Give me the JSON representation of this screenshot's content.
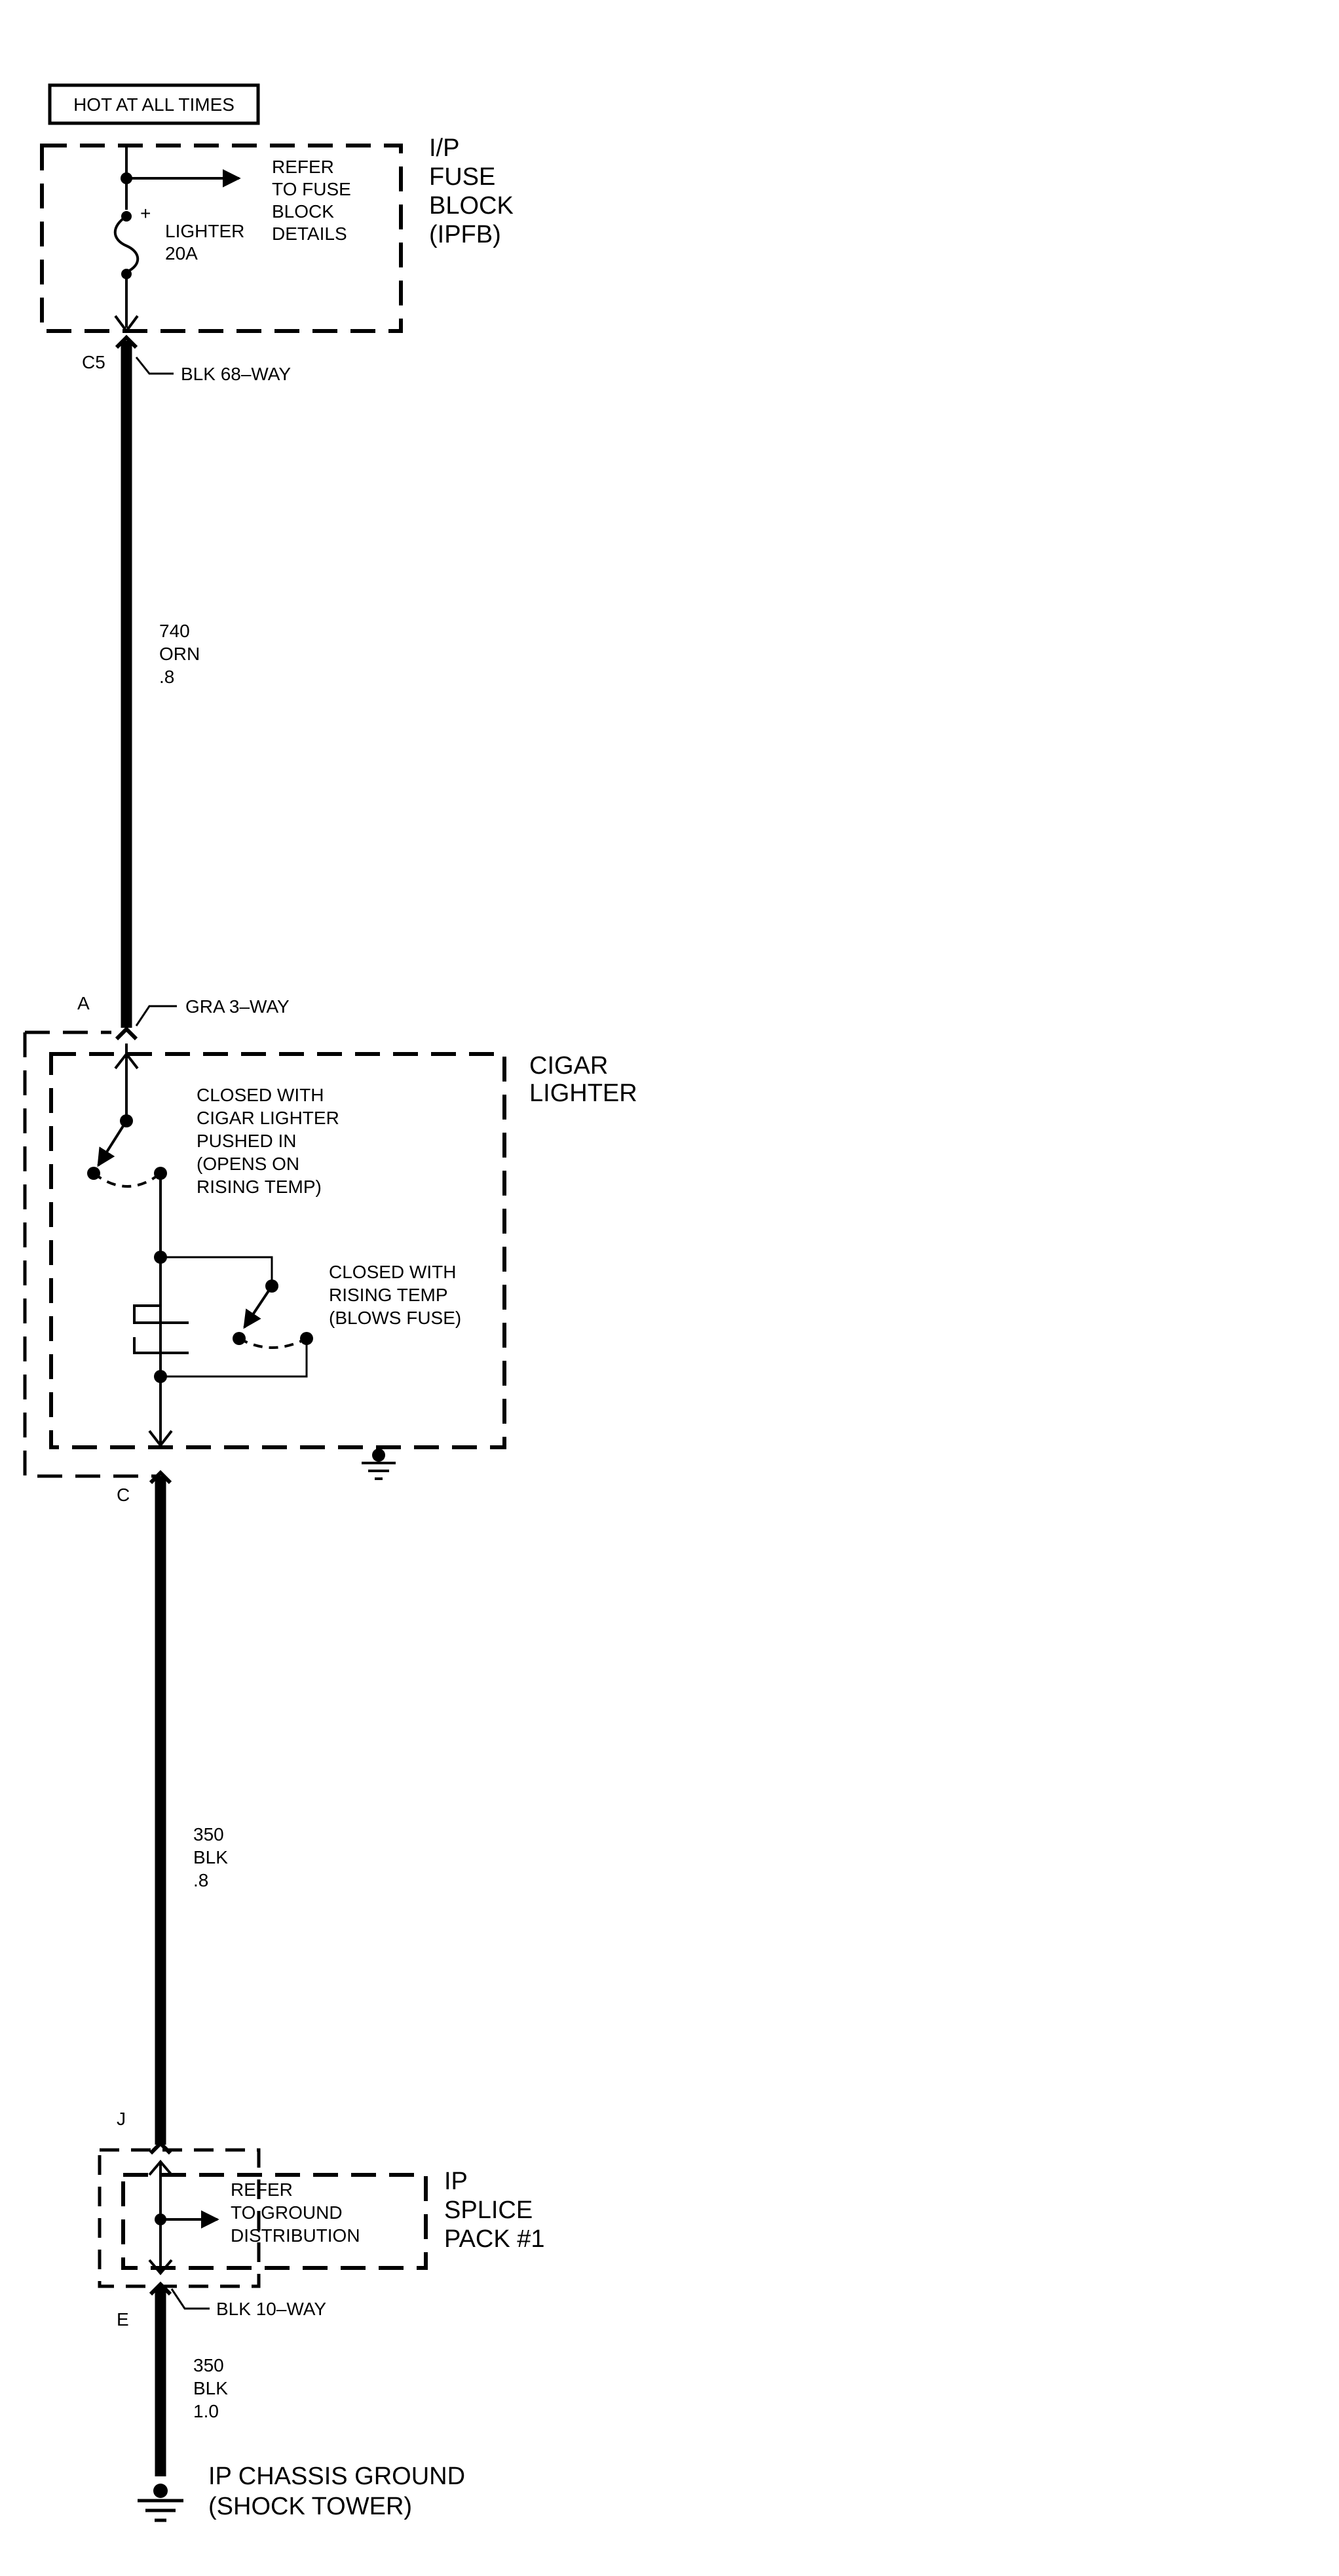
{
  "diagram": {
    "hot_label": "HOT AT ALL TIMES",
    "fuse_block": {
      "name_lines": [
        "I/P",
        "FUSE",
        "BLOCK",
        "(IPFB)"
      ],
      "refer_lines": [
        "REFER",
        "TO FUSE",
        "BLOCK",
        "DETAILS"
      ],
      "fuse_lines": [
        "LIGHTER",
        "20A"
      ],
      "plus_sign": "+"
    },
    "connector_c5": {
      "pin": "C5",
      "label": "BLK 68–WAY"
    },
    "wire_740": {
      "lines": [
        "740",
        "ORN",
        ".8"
      ]
    },
    "connector_a": {
      "pin": "A",
      "label": "GRA 3–WAY"
    },
    "cigar_lighter": {
      "name_lines": [
        "CIGAR",
        "LIGHTER"
      ],
      "switch1_lines": [
        "CLOSED WITH",
        "CIGAR LIGHTER",
        "PUSHED IN",
        "(OPENS ON",
        "RISING TEMP)"
      ],
      "switch2_lines": [
        "CLOSED WITH",
        "RISING TEMP",
        "(BLOWS FUSE)"
      ]
    },
    "connector_c": {
      "pin": "C"
    },
    "wire_350_a": {
      "lines": [
        "350",
        "BLK",
        ".8"
      ]
    },
    "connector_j": {
      "pin": "J"
    },
    "splice_pack": {
      "name_lines": [
        "IP",
        "SPLICE",
        "PACK #1"
      ],
      "refer_lines": [
        "REFER",
        "TO GROUND",
        "DISTRIBUTION"
      ]
    },
    "connector_e": {
      "pin": "E",
      "label": "BLK 10–WAY"
    },
    "wire_350_b": {
      "lines": [
        "350",
        "BLK",
        "1.0"
      ]
    },
    "ground": {
      "lines": [
        "IP CHASSIS GROUND",
        "(SHOCK TOWER)"
      ]
    },
    "colors": {
      "line": "#000000",
      "background": "#ffffff"
    }
  }
}
